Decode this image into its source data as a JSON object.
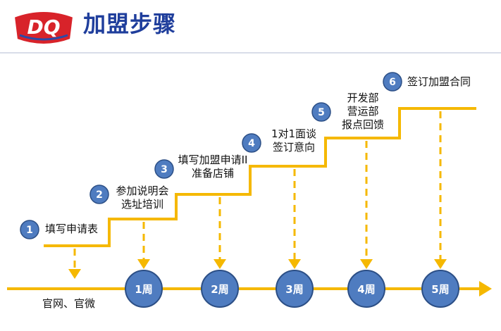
{
  "header": {
    "logo_text": "DQ",
    "title": "加盟步骤"
  },
  "colors": {
    "accent": "#f5b800",
    "circle_fill": "#4f7cc0",
    "circle_stroke": "#2c4f86",
    "title": "#1f3e9c",
    "logo_red": "#d8232a"
  },
  "steps": [
    {
      "number": "1",
      "lines": [
        "填写申请表"
      ]
    },
    {
      "number": "2",
      "lines": [
        "参加说明会",
        "选址培训"
      ]
    },
    {
      "number": "3",
      "lines": [
        "填写加盟申请II",
        "准备店铺"
      ]
    },
    {
      "number": "4",
      "lines": [
        "1对1面谈",
        "签订意向"
      ]
    },
    {
      "number": "5",
      "lines": [
        "开发部",
        "营运部",
        "报点回馈"
      ]
    },
    {
      "number": "6",
      "lines": [
        "签订加盟合同"
      ]
    }
  ],
  "timeline": {
    "start_label": "官网、官微",
    "weeks": [
      "1周",
      "2周",
      "3周",
      "4周",
      "5周"
    ]
  }
}
